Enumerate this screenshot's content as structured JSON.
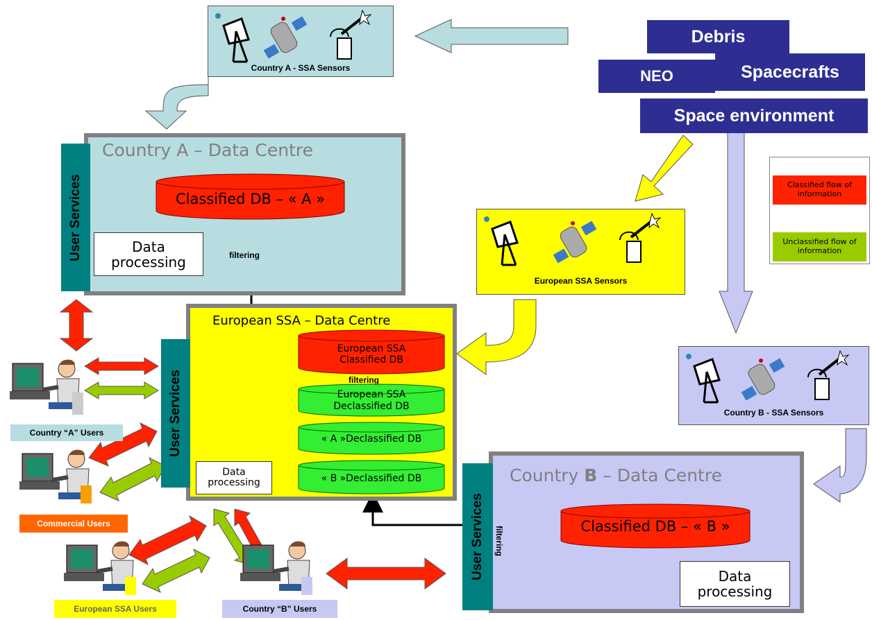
{
  "sensors": {
    "country_a": "Country A - SSA Sensors",
    "european": "European SSA Sensors",
    "country_b": "Country B - SSA Sensors"
  },
  "objects": {
    "debris": "Debris",
    "neo": "NEO",
    "spacecrafts": "Spacecrafts",
    "space_environment": "Space environment"
  },
  "country_a_centre": {
    "title": "Country A – Data Centre",
    "user_services": "User Services",
    "db": "Classified DB – « A »",
    "data_processing": "Data processing",
    "filtering": "filtering"
  },
  "european_centre": {
    "title": "European SSA – Data Centre",
    "user_services": "User Services",
    "classified_db_1": "European SSA",
    "classified_db_2": "Classified DB",
    "filtering": "filtering",
    "declassified_db_1": "European SSA",
    "declassified_db_2": "Declassified DB",
    "a_declassified": "« A »Declassified DB",
    "b_declassified": "« B »Declassified DB",
    "data_processing": "Data processing"
  },
  "country_b_centre": {
    "title_prefix": "Country ",
    "title_bold": "B",
    "title_suffix": " – Data Centre",
    "user_services": "User Services",
    "db": "Classified DB – « B »",
    "data_processing": "Data processing",
    "filtering": "filtering"
  },
  "legend": {
    "classified": "Classified flow of information",
    "unclassified": "Unclassified flow of information"
  },
  "users": {
    "country_a": "Country “A” Users",
    "commercial": "Commercial Users",
    "european": "European SSA Users",
    "country_b": "Country “B” Users"
  },
  "colors": {
    "classified_red": "#ff2200",
    "unclassified_green": "#99cc00",
    "country_a_bg": "#b7dde0",
    "country_b_bg": "#c8c8f5",
    "european_bg": "#ffff00",
    "teal": "#008080",
    "navy": "#2e2e92"
  }
}
